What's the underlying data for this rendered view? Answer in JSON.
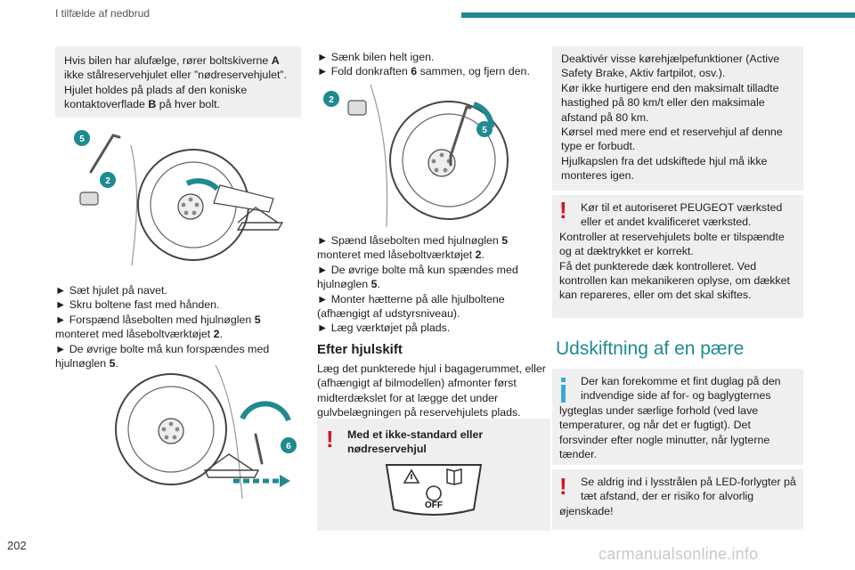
{
  "header": {
    "title": "I tilfælde af nedbrud"
  },
  "page_number": "202",
  "watermark": "carmanualsonline.info",
  "col1": {
    "intro": [
      {
        "t": "Hvis bilen har alufælge, rører boltskiverne "
      },
      {
        "t": "A",
        "b": true
      },
      {
        "t": " ikke stålreservehjulet eller ”nødreservehjulet”. Hjulet holdes på plads af den koniske kontaktoverflade "
      },
      {
        "t": "B",
        "b": true
      },
      {
        "t": " på hver bolt."
      }
    ],
    "fig1_badges": [
      "5",
      "2"
    ],
    "steps": [
      [
        {
          "t": "► Sæt hjulet på navet."
        }
      ],
      [
        {
          "t": "► Skru boltene fast med hånden."
        }
      ],
      [
        {
          "t": "► Forspænd låsebolten med hjulnøglen "
        },
        {
          "t": "5",
          "b": true
        },
        {
          "t": " monteret med låseboltværktøjet "
        },
        {
          "t": "2",
          "b": true
        },
        {
          "t": "."
        }
      ],
      [
        {
          "t": "► De øvrige bolte må kun forspændes med hjulnøglen "
        },
        {
          "t": "5",
          "b": true
        },
        {
          "t": "."
        }
      ]
    ],
    "fig2_badges": [
      "6"
    ]
  },
  "col2": {
    "steps_top": [
      [
        {
          "t": "► Sænk bilen helt igen."
        }
      ],
      [
        {
          "t": "► Fold donkraften "
        },
        {
          "t": "6",
          "b": true
        },
        {
          "t": " sammen, og fjern den."
        }
      ]
    ],
    "fig3_badges": [
      "2",
      "5"
    ],
    "steps_mid": [
      [
        {
          "t": "► Spænd låsebolten med hjulnøglen "
        },
        {
          "t": "5",
          "b": true
        },
        {
          "t": " monteret med låseboltværktøjet "
        },
        {
          "t": "2",
          "b": true
        },
        {
          "t": "."
        }
      ],
      [
        {
          "t": "► De øvrige bolte må kun spændes med hjulnøglen "
        },
        {
          "t": "5",
          "b": true
        },
        {
          "t": "."
        }
      ],
      [
        {
          "t": "► Monter hætterne på alle hjulboltene (afhængigt af udstyrsniveau)."
        }
      ],
      [
        {
          "t": "► Læg værktøjet på plads."
        }
      ]
    ],
    "section_title": "Efter hjulskift",
    "section_text": "Læg det punkterede hjul i bagagerummet, eller (afhængigt af bilmodellen) afmonter først midterdækslet for at lægge det under gulvbelægningen på reservehjulets plads.",
    "warn_title": "Med et ikke-standard eller nødreservehjul",
    "sticker_off": "OFF"
  },
  "col3": {
    "box1": "Deaktivér visse kørehjælpefunktioner (Active Safety Brake, Aktiv fartpilot, osv.).\nKør ikke hurtigere end den maksimalt tilladte hastighed på 80 km/t eller den maksimale afstand på 80 km.\nKørsel med mere end et reservehjul af denne type er forbudt.\nHjulkapslen fra det udskiftede hjul må ikke monteres igen.",
    "box2_first": "Kør til et autoriseret PEUGEOT værksted eller et andet kvalificeret værksted.",
    "box2_rest": "Kontroller at reservehjulets bolte er tilspændte og at dæktrykket er korrekt.\nFå det punkterede dæk kontrolleret. Ved kontrollen kan mekanikeren oplyse, om dækket kan repareres, eller om det skal skiftes.",
    "h1": "Udskiftning af en pære",
    "box3_first": "Der kan forekomme et fint duglag på den indvendige side af for- og baglygternes",
    "box3_rest": "lygteglas under særlige forhold (ved lave temperaturer, og når det er fugtigt). Det forsvinder efter nogle minutter, når lygterne tænder.",
    "box4_first": "Se aldrig ind i lysstrålen på LED-forlygter på tæt afstand, der er risiko for alvorlig",
    "box4_rest": "øjenskade!"
  },
  "colors": {
    "accent": "#1f8a8f",
    "warning": "#d6121f",
    "info": "#3aa9d6",
    "box": "#efefef"
  }
}
